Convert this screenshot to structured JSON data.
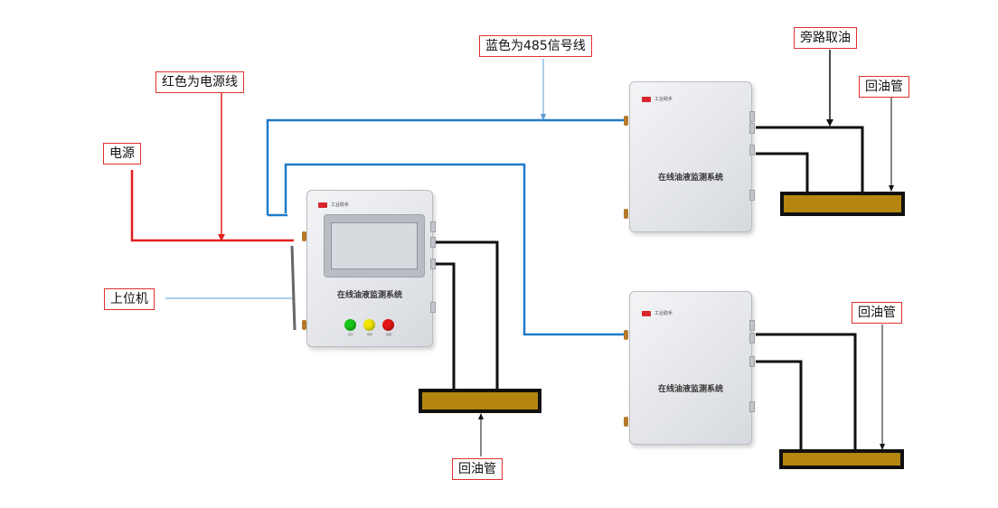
{
  "labels": {
    "power": "电源",
    "red_power_line": "红色为电源线",
    "blue_signal_line": "蓝色为485信号线",
    "host_pc": "上位机",
    "bypass_oil": "旁路取油",
    "return_pipe_top": "回油管",
    "return_pipe_mid": "回油管",
    "return_pipe_bottom": "回油管"
  },
  "devices": {
    "main": {
      "brand": "工业助手",
      "title": "在线油液监测系统",
      "status_dots": "●●●",
      "lamps": [
        "运行",
        "告警",
        "故障"
      ]
    },
    "sensor_top": {
      "brand": "工业助手",
      "title": "在线油液监测系统"
    },
    "sensor_bottom": {
      "brand": "工业助手",
      "title": "在线油液监测系统"
    }
  },
  "colors": {
    "power_line": "#e41f1f",
    "signal_line": "#1f7ac8",
    "oil_pipe_fill": "#b5860f",
    "lamp_green": "#19c619",
    "lamp_yellow": "#f2e600",
    "lamp_red": "#e61515",
    "label_border": "#e03030"
  }
}
